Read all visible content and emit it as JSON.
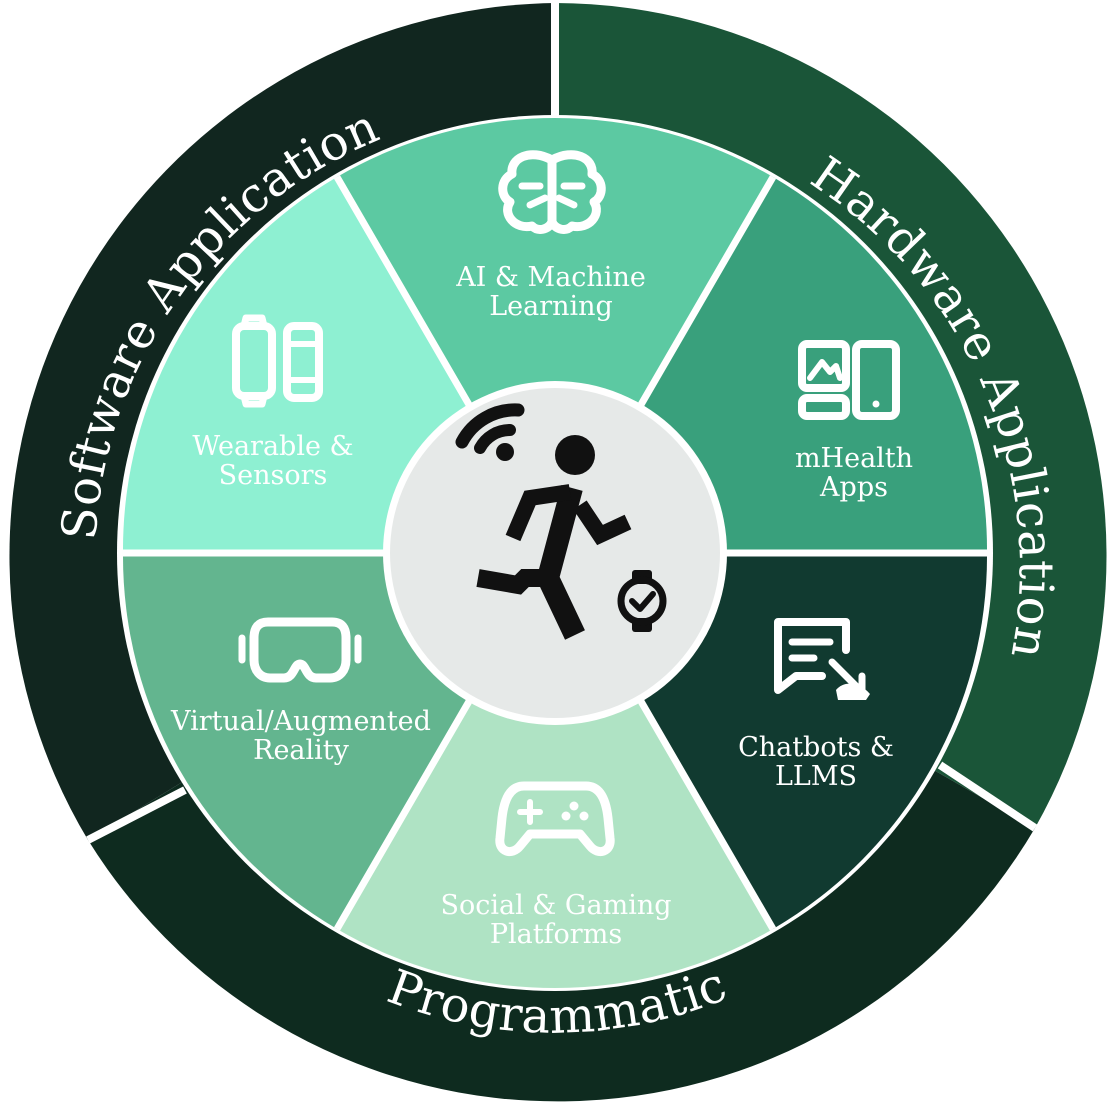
{
  "colors": {
    "ring_software": "#11261f",
    "ring_hardware": "#1a5538",
    "ring_programmatic": "#0e2b1f",
    "ai_ml": "#5cc9a2",
    "mhealth": "#39a07c",
    "chatbots": "#113a30",
    "social_gaming": "#afe3c4",
    "vr_ar": "#63b58f",
    "wearable": "#8ef0d2",
    "center": "#e6e9e8",
    "center_icon": "#111111"
  },
  "ring": {
    "software_label": "Software Application",
    "hardware_label": "Hardware Application",
    "programmatic_label": "Programmatic"
  },
  "segments": {
    "ai_ml": {
      "line1": "AI & Machine",
      "line2": "Learning",
      "icon": "brain-icon"
    },
    "mhealth": {
      "line1": "mHealth",
      "line2": "Apps",
      "icon": "devices-icon"
    },
    "chatbots": {
      "line1": "Chatbots &",
      "line2": "LLMS",
      "icon": "chat-icon"
    },
    "social_gaming": {
      "line1": "Social & Gaming",
      "line2": "Platforms",
      "icon": "gamepad-icon"
    },
    "vr_ar": {
      "line1": "Virtual/Augmented",
      "line2": "Reality",
      "icon": "vr-headset-icon"
    },
    "wearable": {
      "line1": "Wearable &",
      "line2": "Sensors",
      "icon": "watch-icon"
    }
  },
  "center": {
    "icon": "runner-with-signal-and-smartwatch-icon"
  }
}
